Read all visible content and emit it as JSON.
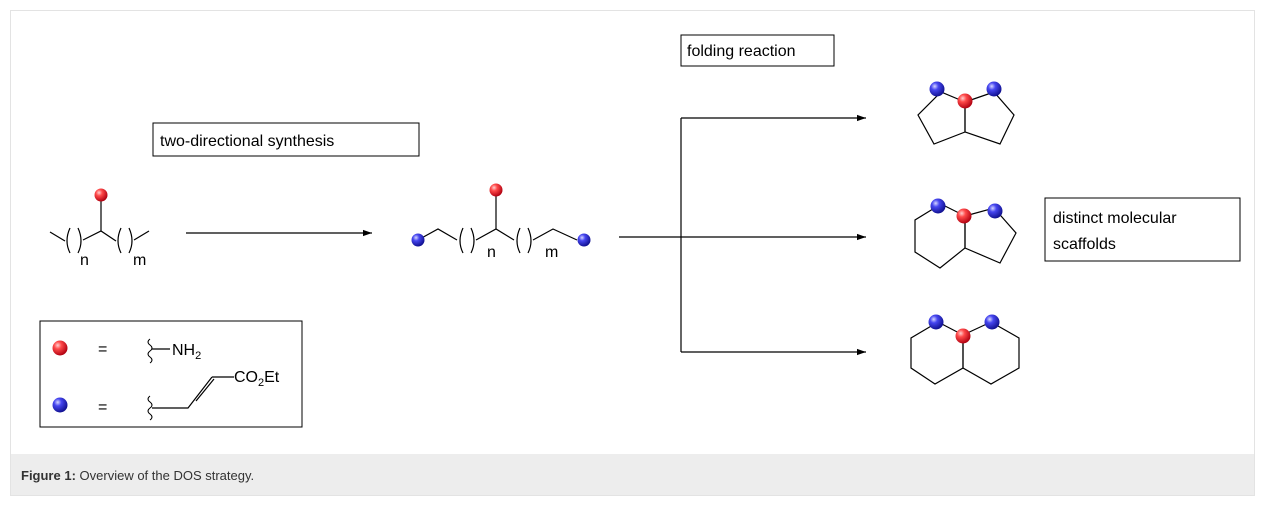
{
  "labels": {
    "two_directional": "two-directional synthesis",
    "folding": "folding reaction",
    "scaffolds_line1": "distinct molecular",
    "scaffolds_line2": "scaffolds",
    "n": "n",
    "m": "m"
  },
  "legend": {
    "equals": "=",
    "nh": "NH",
    "nh_sub": "2",
    "co": "CO",
    "co_sub": "2",
    "et": "Et"
  },
  "caption": {
    "label": "Figure 1:",
    "text": "Overview of the DOS strategy."
  },
  "colors": {
    "red_sphere": "#e8202a",
    "blue_sphere": "#2b2bd6",
    "caption_bg": "#ededed"
  }
}
